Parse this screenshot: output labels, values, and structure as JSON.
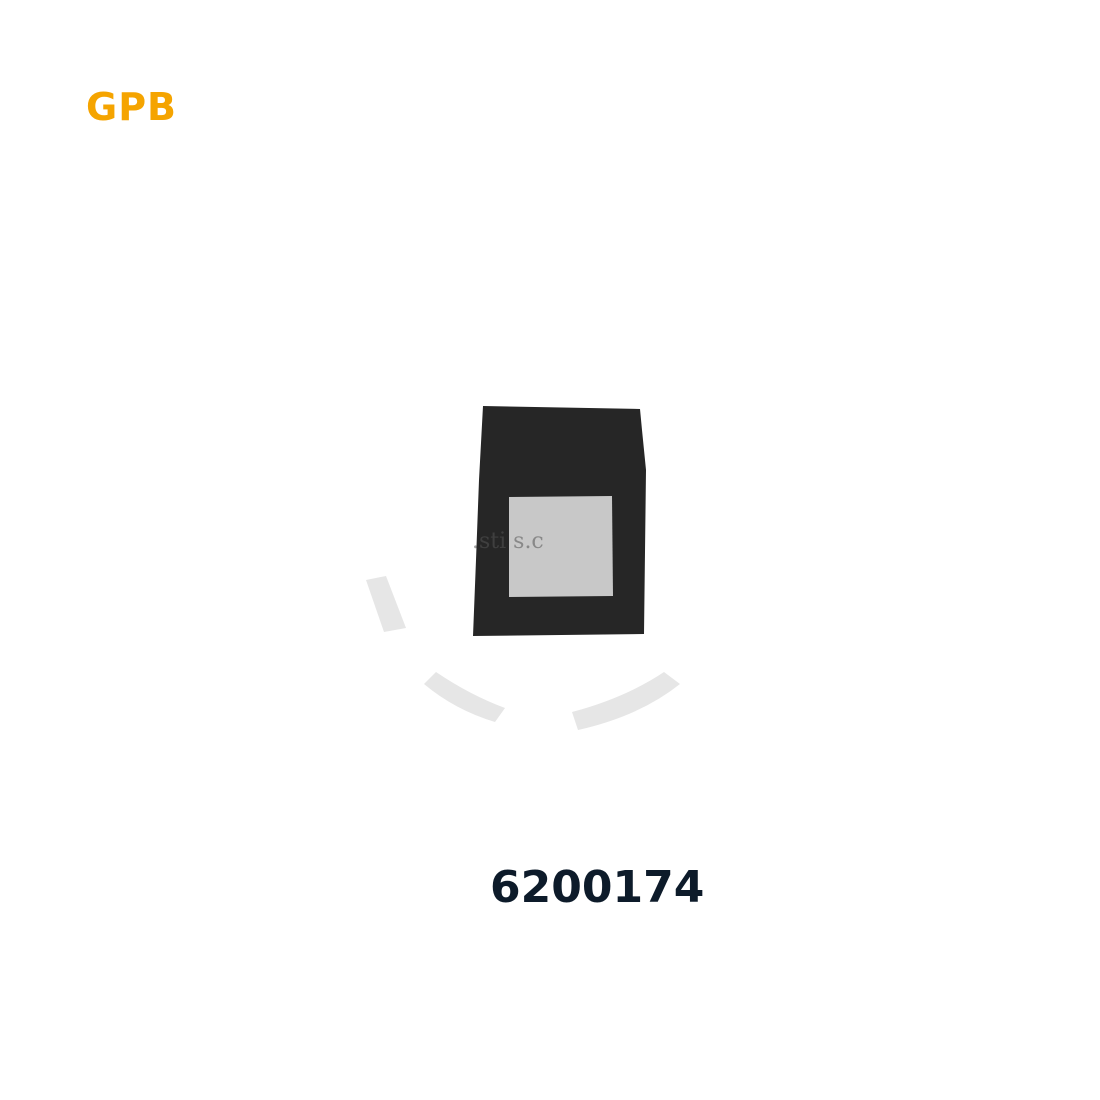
{
  "brand": {
    "logo_text": "GPB",
    "color": "#F5A400"
  },
  "product": {
    "part_number": "6200174",
    "part_number_color": "#0D1B2A",
    "image_subject": "black-foam-gasket-with-square-cutout",
    "watermark_text": ".sti  s.c"
  }
}
